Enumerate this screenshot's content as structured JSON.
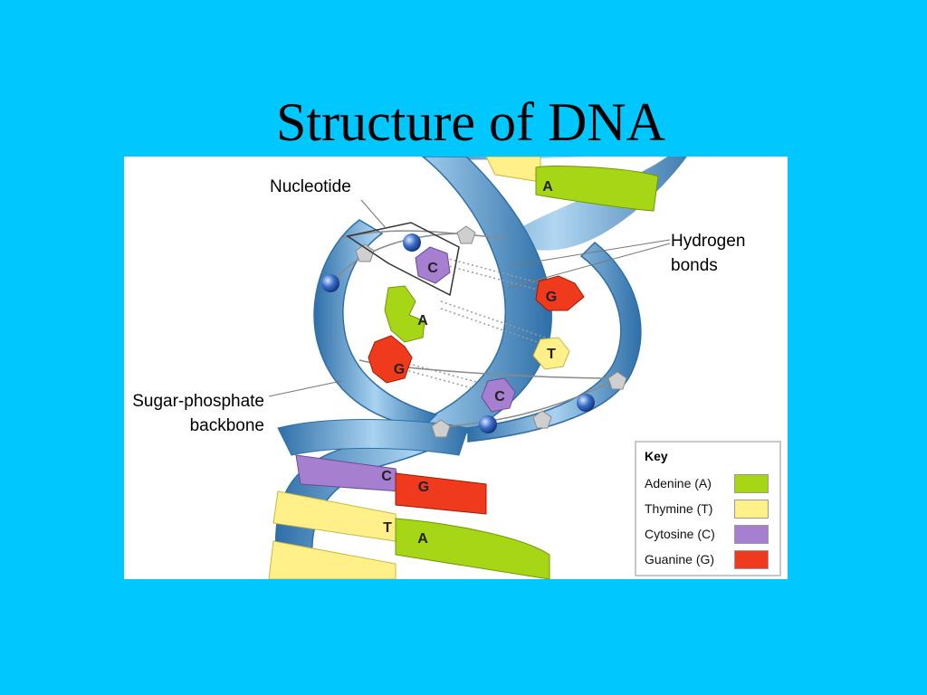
{
  "title": "Structure of DNA",
  "labels": {
    "nucleotide": "Nucleotide",
    "hydrogen_line1": "Hydrogen",
    "hydrogen_line2": "bonds",
    "backbone_line1": "Sugar-phosphate",
    "backbone_line2": "backbone"
  },
  "bases": {
    "A": "A",
    "T": "T",
    "C": "C",
    "G": "G"
  },
  "key": {
    "title": "Key",
    "items": [
      {
        "label": "Adenine (A)",
        "color": "#a6d616"
      },
      {
        "label": "Thymine (T)",
        "color": "#fff08a"
      },
      {
        "label": "Cytosine (C)",
        "color": "#a67fd0"
      },
      {
        "label": "Guanine (G)",
        "color": "#f03a1e"
      }
    ]
  },
  "colors": {
    "background": "#00c8ff",
    "ribbon": "#6aa8d8",
    "ribbon_dark": "#2e6fa8",
    "adenine": "#a6d616",
    "thymine": "#fff08a",
    "cytosine": "#a67fd0",
    "guanine": "#f03a1e",
    "phosphate": "#1e4fa8",
    "sugar": "#c8c8c8"
  }
}
